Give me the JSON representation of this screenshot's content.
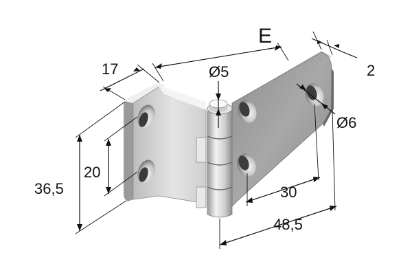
{
  "dimensions": {
    "length_e": "E",
    "leaf_width": "17",
    "pin_diameter": "Ø5",
    "thickness": "2",
    "hole_diameter": "Ø6",
    "hole_spacing": "20",
    "height": "36,5",
    "hole_offset": "30",
    "total_width": "48,5"
  },
  "colors": {
    "leaf_light": "#dcdcdc",
    "leaf_mid": "#a9a9a9",
    "leaf_dark": "#7d7d7d",
    "edge_highlight": "#f4f4f4",
    "hole_dark": "#3a3a3a",
    "line": "#111111"
  }
}
